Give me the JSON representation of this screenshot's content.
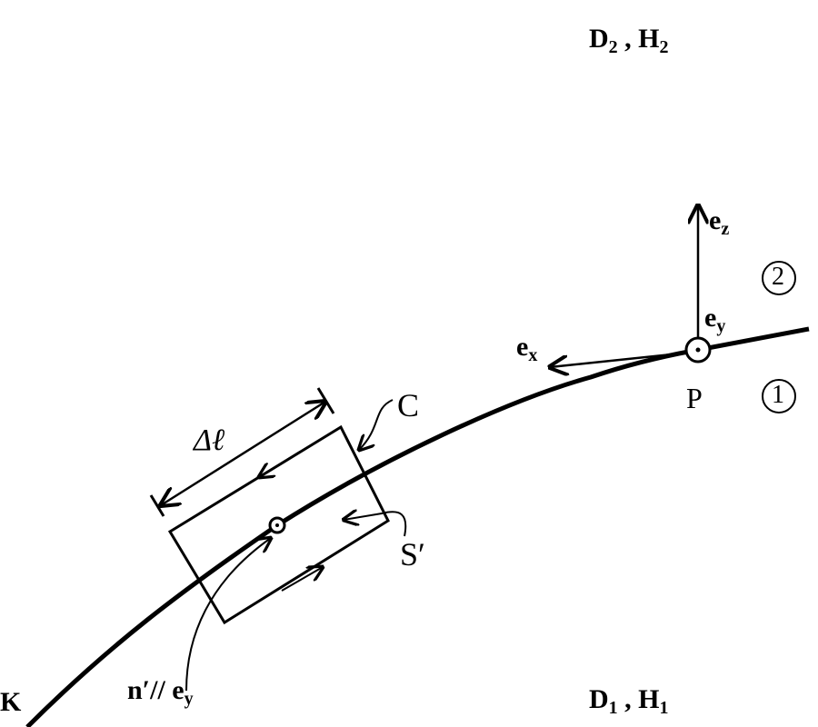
{
  "labels": {
    "upper_medium": {
      "d": "D",
      "d_sub": "2",
      "sep": ",",
      "h": "H",
      "h_sub": "2"
    },
    "lower_medium": {
      "d": "D",
      "d_sub": "1",
      "sep": ",",
      "h": "H",
      "h_sub": "1"
    },
    "ez": {
      "base": "e",
      "sub": "z"
    },
    "ey": {
      "base": "e",
      "sub": "y"
    },
    "ex": {
      "base": "e",
      "sub": "x"
    },
    "region2": "2",
    "region1": "1",
    "point": "P",
    "contour": "C",
    "surface": "S′",
    "length": "Δℓ",
    "curve": "K",
    "normal": {
      "base": "n′// e",
      "sub": "y"
    }
  },
  "colors": {
    "ink": "#000000",
    "background": "#ffffff"
  }
}
